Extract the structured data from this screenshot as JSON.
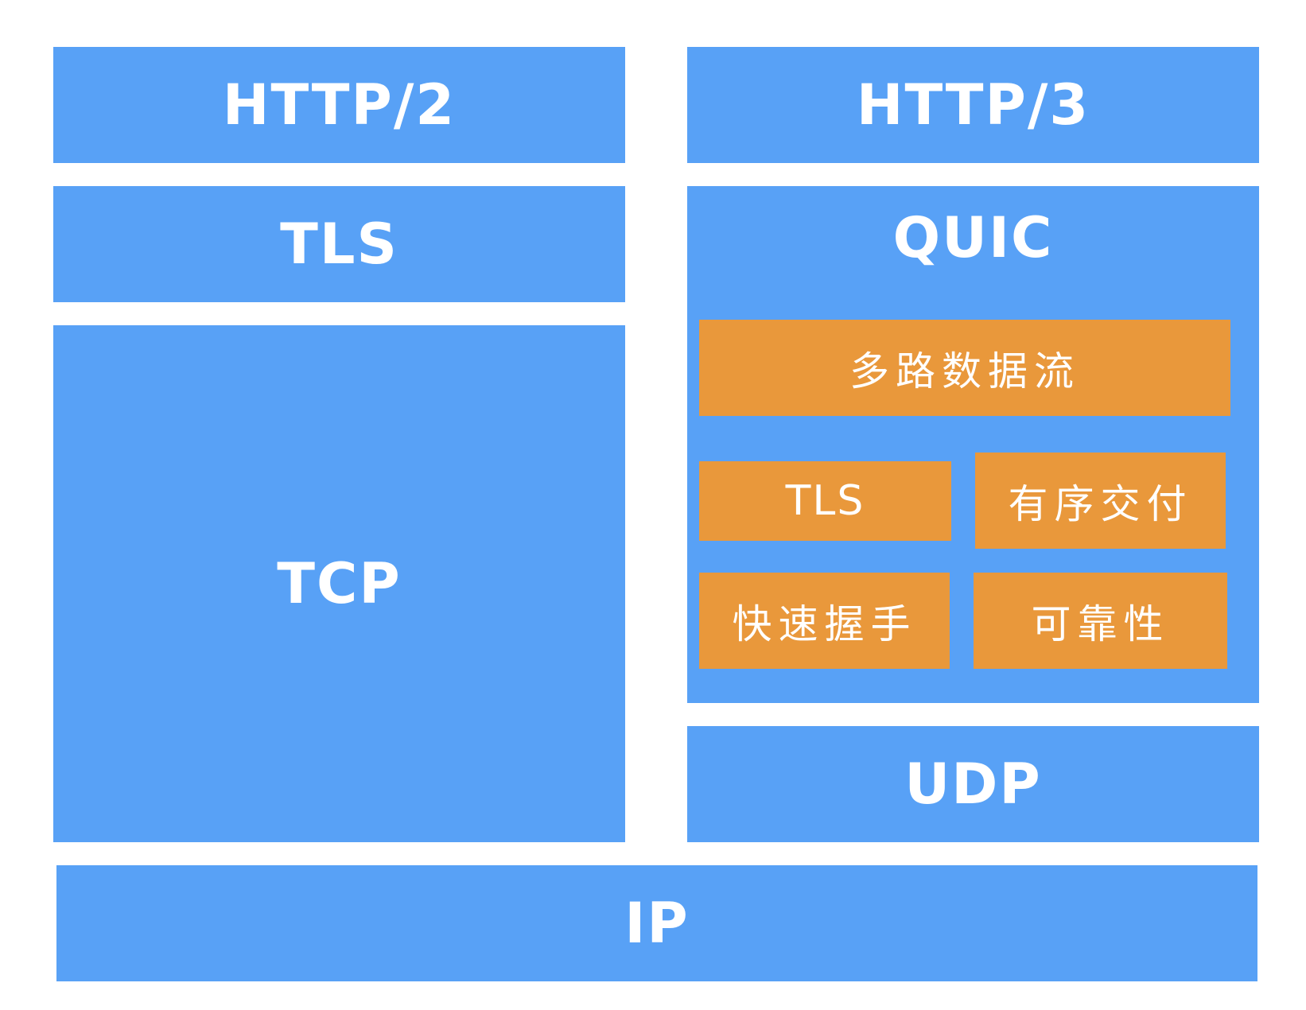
{
  "diagram": {
    "left_stack": {
      "http2": "HTTP/2",
      "tls": "TLS",
      "tcp": "TCP"
    },
    "right_stack": {
      "http3": "HTTP/3",
      "quic": {
        "label": "QUIC",
        "features": {
          "multiplexing": "多路数据流",
          "tls": "TLS",
          "ordered_delivery": "有序交付",
          "fast_handshake": "快速握手",
          "reliability": "可靠性"
        }
      },
      "udp": "UDP"
    },
    "ip": "IP",
    "colors": {
      "layer": "#58a1f6",
      "feature": "#e9983b",
      "text": "#ffffff",
      "background": "#ffffff"
    }
  }
}
